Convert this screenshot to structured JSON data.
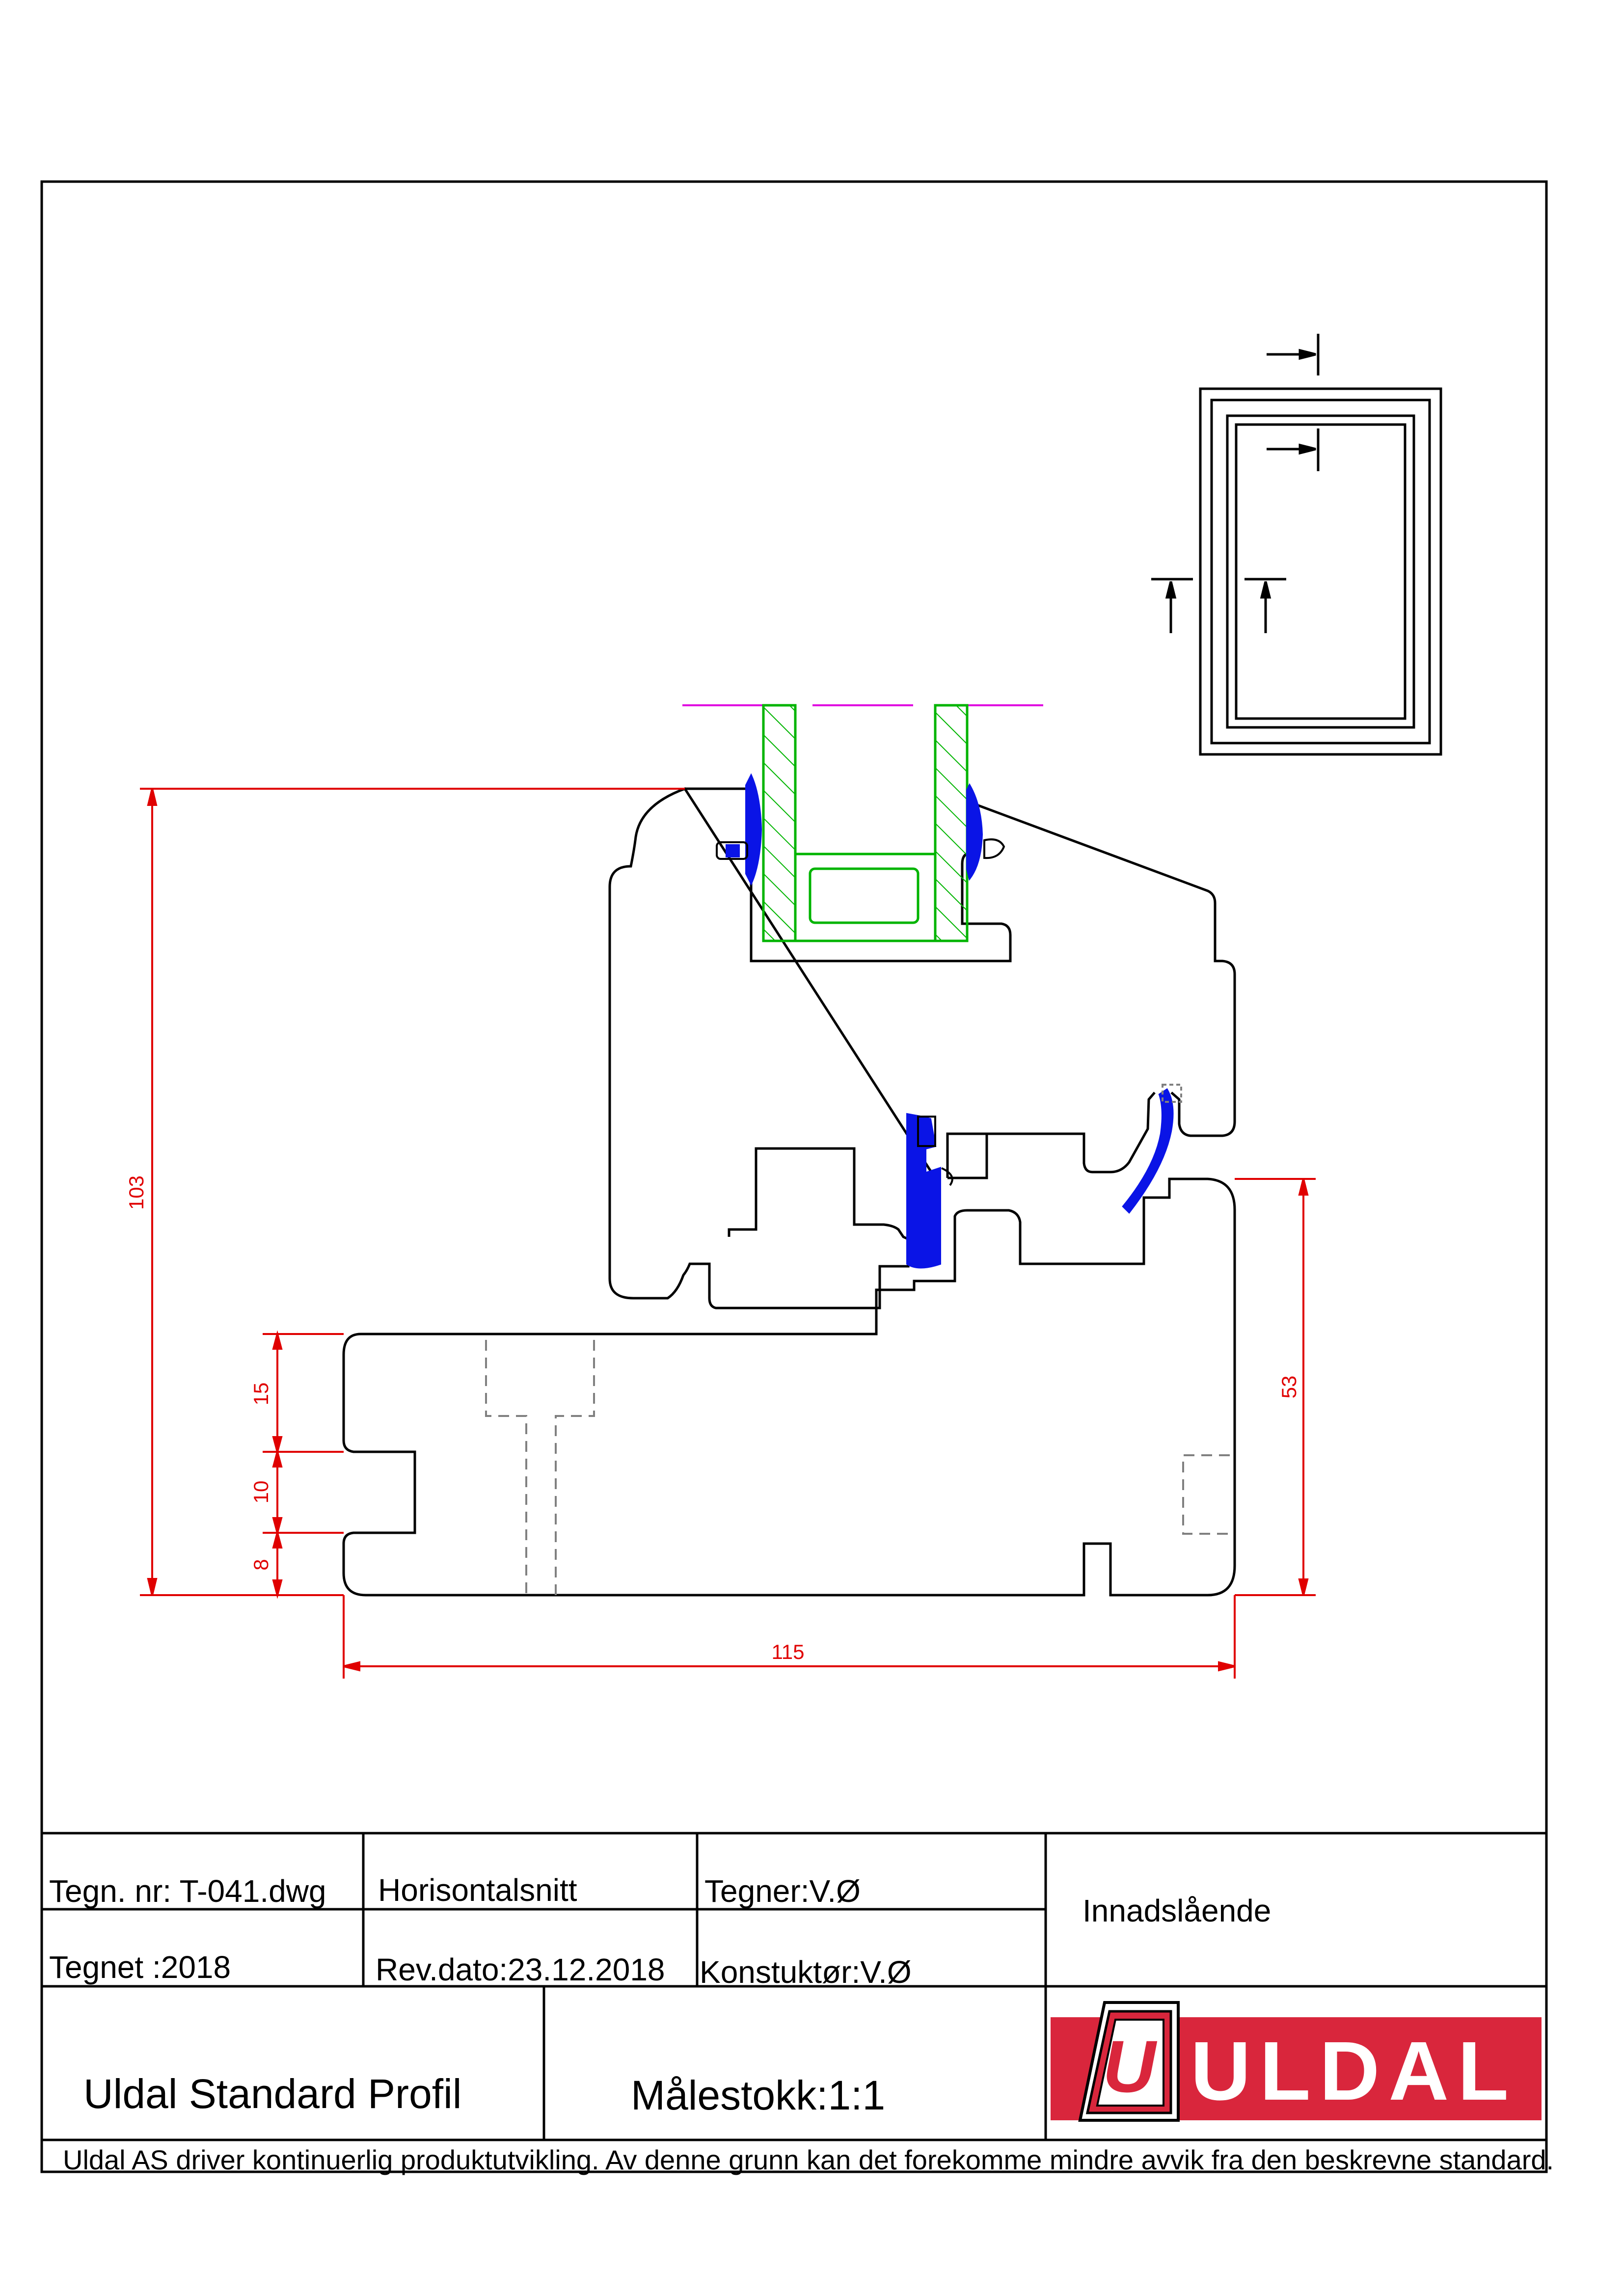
{
  "dimensions": {
    "height_total": "103",
    "width_total": "115",
    "right_height": "53",
    "left_upper": "15",
    "left_middle": "10",
    "left_lower": "8"
  },
  "title_block": {
    "drawing_number": "Tegn. nr: T-041.dwg",
    "section_type": "Horisontalsnitt",
    "drawn_by": "Tegner:V.Ø",
    "drawn_year": "Tegnet :2018",
    "revision_date": "Rev.dato:23.12.2018",
    "constructor": "Konstuktør:V.Ø",
    "opening_type": "Innadslående",
    "profile_name": "Uldal Standard Profil",
    "scale": "Målestokk:1:1",
    "logo_text": "ULDAL",
    "logo_letter": "U",
    "disclaimer": "Uldal AS driver kontinuerlig produktutvikling. Av denne grunn kan det forekomme mindre avvik fra den beskrevne standard."
  },
  "colors": {
    "outline": "#000000",
    "dimension": "#e00000",
    "glass_hatch": "#00b400",
    "seal": "#0a14e6",
    "axis_line": "#e000e0",
    "hidden_line": "#808080",
    "logo_red": "#d9263c"
  }
}
